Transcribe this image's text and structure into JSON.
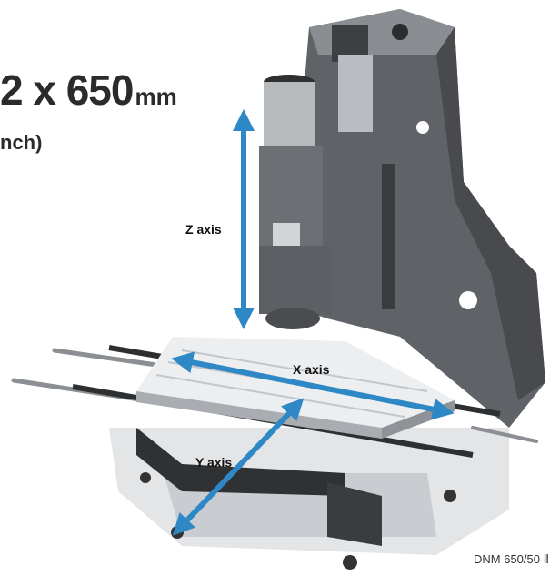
{
  "headline": {
    "value": "2 x 650",
    "unit": "mm",
    "sub": "nch)"
  },
  "axes": {
    "z_label": "Z axis",
    "x_label": "X axis",
    "y_label": "Y axis"
  },
  "caption": "DNM 650/50 Ⅱ",
  "colors": {
    "axis_arrow": "#2f88c6",
    "machine_dark": "#5b5b5b",
    "machine_light": "#d9dcdf"
  }
}
